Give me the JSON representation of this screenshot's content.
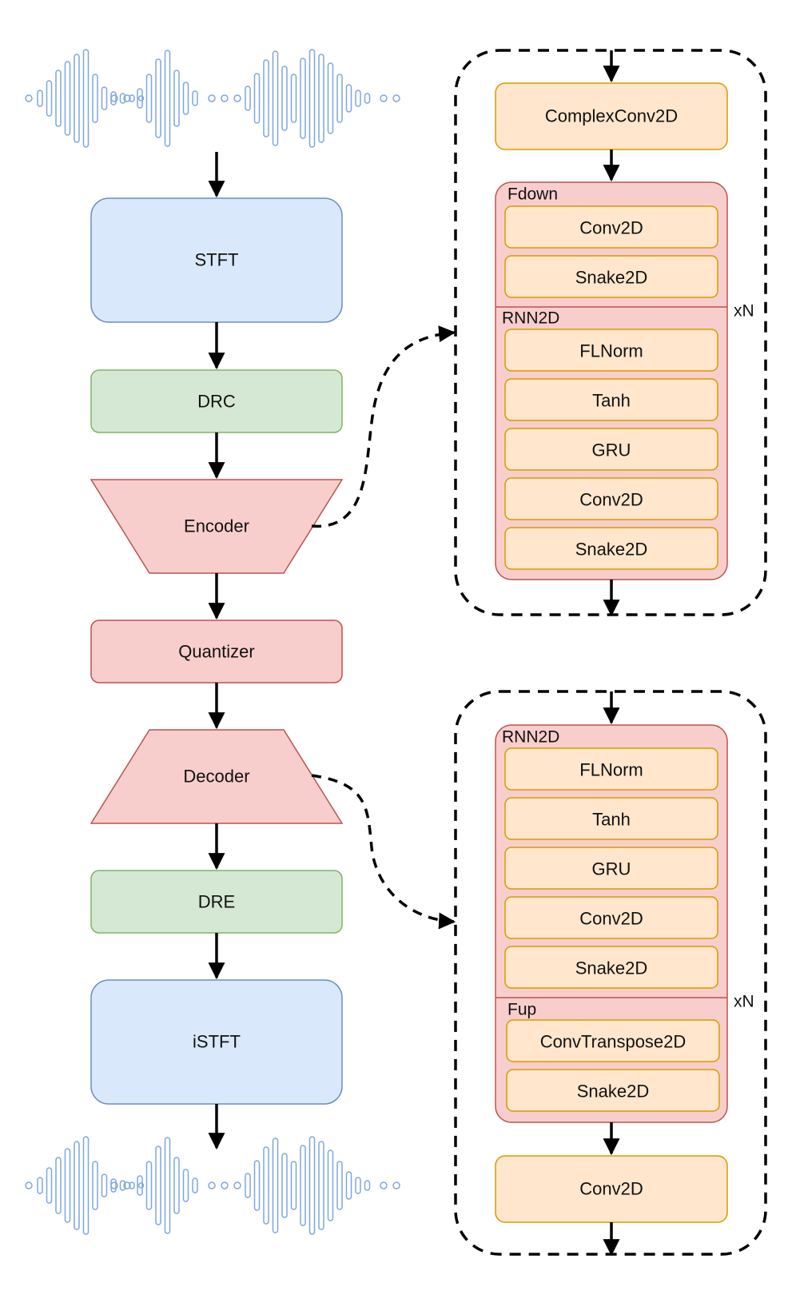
{
  "colors": {
    "blue_fill": "#dae8fc",
    "blue_stroke": "#6c8ebf",
    "green_fill": "#d5e8d4",
    "green_stroke": "#82b366",
    "red_fill": "#f8cecc",
    "red_stroke": "#b85450",
    "orange_fill": "#ffe6cc",
    "orange_stroke": "#d79b00",
    "wave_stroke": "#7ea6e0",
    "arrow": "#000000"
  },
  "pipeline": {
    "stft": "STFT",
    "drc": "DRC",
    "encoder": "Encoder",
    "quantizer": "Quantizer",
    "decoder": "Decoder",
    "dre": "DRE",
    "istft": "iSTFT"
  },
  "encoder_detail": {
    "input_block": "ComplexConv2D",
    "fdown": {
      "title": "Fdown",
      "layers": [
        "Conv2D",
        "Snake2D"
      ]
    },
    "rnn2d": {
      "title": "RNN2D",
      "layers": [
        "FLNorm",
        "Tanh",
        "GRU",
        "Conv2D",
        "Snake2D"
      ]
    },
    "repeat": "xN"
  },
  "decoder_detail": {
    "rnn2d": {
      "title": "RNN2D",
      "layers": [
        "FLNorm",
        "Tanh",
        "GRU",
        "Conv2D",
        "Snake2D"
      ]
    },
    "fup": {
      "title": "Fup",
      "layers": [
        "ConvTranspose2D",
        "Snake2D"
      ]
    },
    "output_block": "Conv2D",
    "repeat": "xN"
  },
  "waveforms": {
    "input_icon": "audio-waveform-icon",
    "output_icon": "audio-waveform-icon"
  }
}
